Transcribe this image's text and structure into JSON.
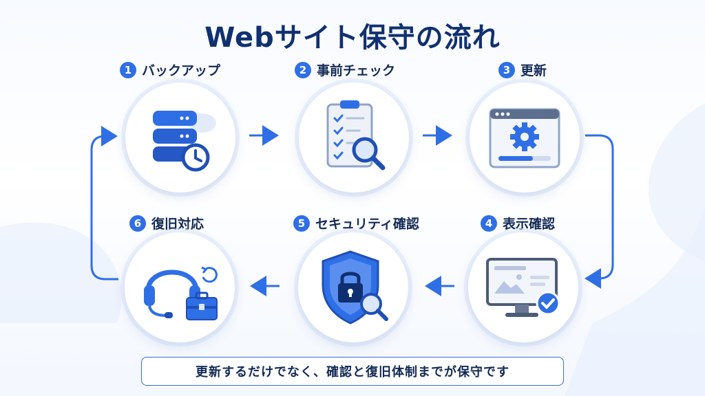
{
  "title": "Webサイト保守の流れ",
  "steps": [
    {
      "number": "1",
      "label": "バックアップ",
      "icon": "database-clock-icon"
    },
    {
      "number": "2",
      "label": "事前チェック",
      "icon": "clipboard-magnifier-icon"
    },
    {
      "number": "3",
      "label": "更新",
      "icon": "browser-gear-icon"
    },
    {
      "number": "4",
      "label": "表示確認",
      "icon": "monitor-check-icon"
    },
    {
      "number": "5",
      "label": "セキュリティ確認",
      "icon": "shield-lock-icon"
    },
    {
      "number": "6",
      "label": "復旧対応",
      "icon": "headset-toolbox-icon"
    }
  ],
  "footer_note": "更新するだけでなく、確認と復旧体制までが保守です",
  "colors": {
    "primary": "#2f6fe6",
    "title": "#10306f",
    "text": "#132a55"
  }
}
